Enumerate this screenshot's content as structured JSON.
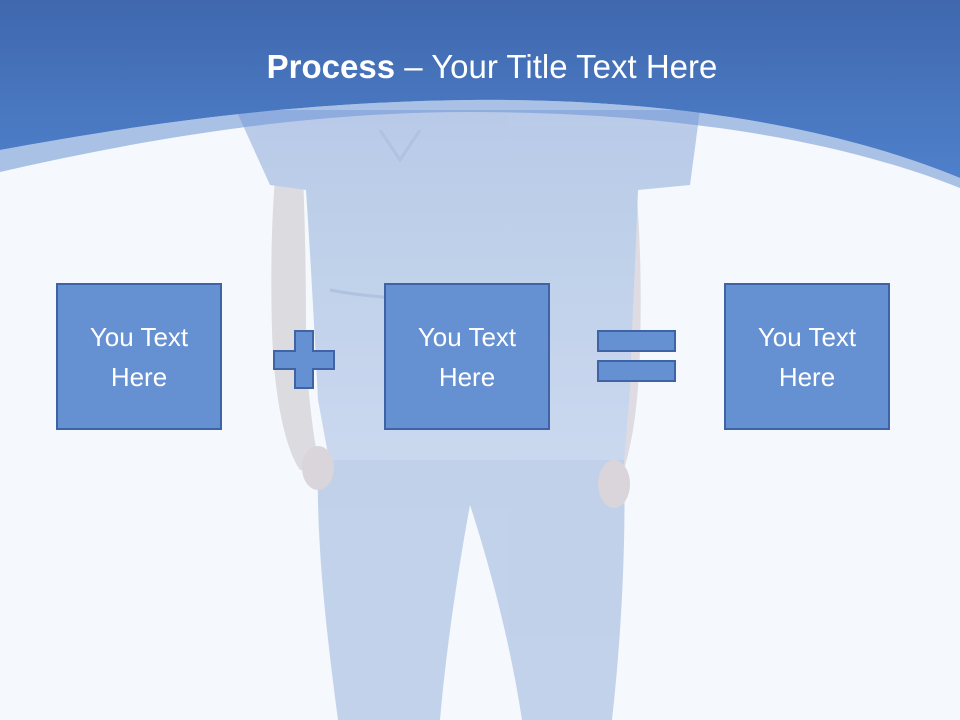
{
  "slide": {
    "title_bold": "Process",
    "title_rest": " – Your Title Text Here",
    "boxes": [
      {
        "text": "You Text Here"
      },
      {
        "text": "You Text Here"
      },
      {
        "text": "You Text Here"
      }
    ],
    "operators": [
      "plus",
      "equals"
    ],
    "colors": {
      "header_blue": "#4a78c2",
      "box_fill": "#6590d2",
      "box_border": "#3e64a6",
      "background": "#f5f8fc"
    }
  }
}
